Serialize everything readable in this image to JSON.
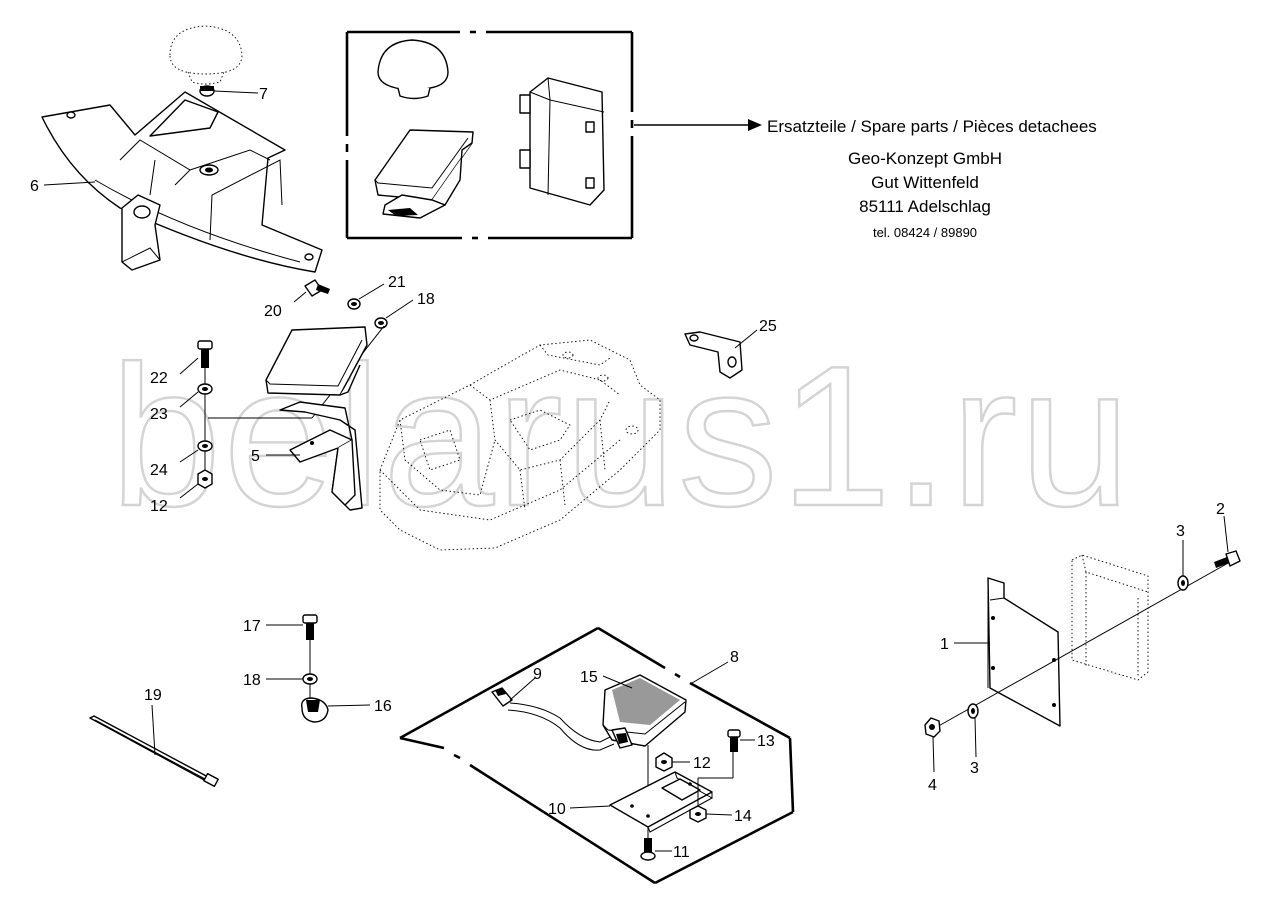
{
  "watermark": "belarus1.ru",
  "spare_parts": {
    "heading": "Ersatzteile / Spare parts / Pièces detachees",
    "company": "Geo-Konzept GmbH",
    "street": "Gut Wittenfeld",
    "city": "85111 Adelschlag",
    "phone": "tel. 08424 / 89890"
  },
  "callouts": {
    "c1": "1",
    "c2": "2",
    "c3a": "3",
    "c3b": "3",
    "c4": "4",
    "c5": "5",
    "c6": "6",
    "c7": "7",
    "c8": "8",
    "c9": "9",
    "c10": "10",
    "c11": "11",
    "c12a": "12",
    "c12b": "12",
    "c13": "13",
    "c14": "14",
    "c15": "15",
    "c16": "16",
    "c17": "17",
    "c18a": "18",
    "c18b": "18",
    "c19": "19",
    "c20": "20",
    "c21": "21",
    "c22": "22",
    "c23": "23",
    "c24": "24",
    "c25": "25"
  }
}
